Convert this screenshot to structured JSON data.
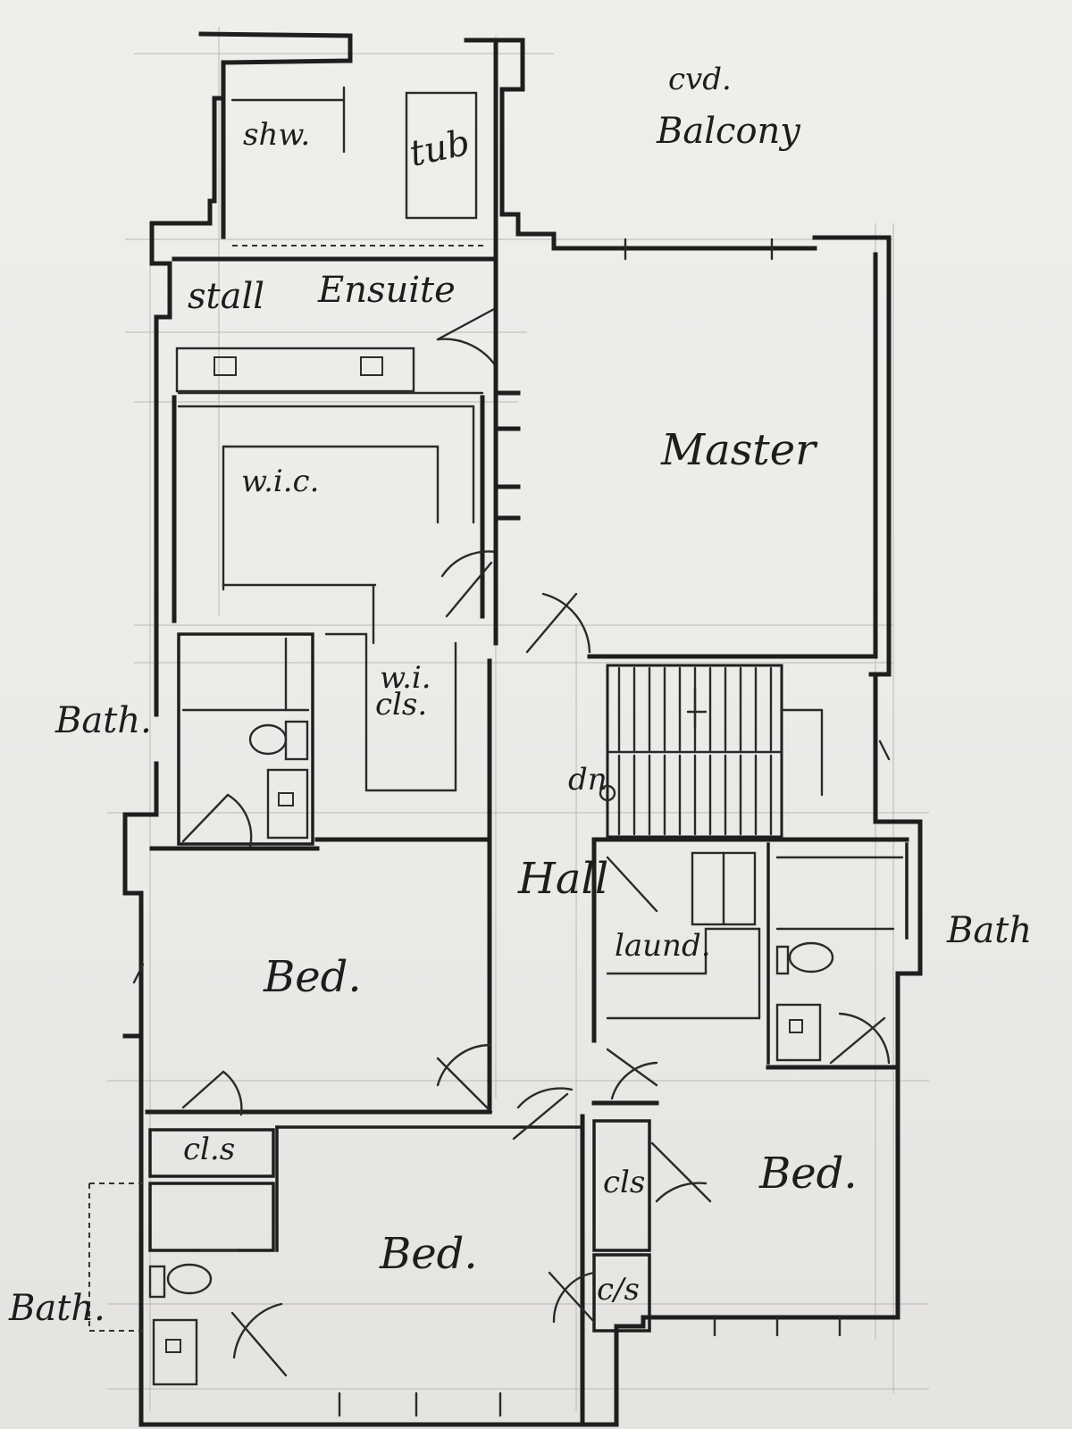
{
  "labels": {
    "cvd_balcony": "cvd.",
    "balcony": "Balcony",
    "shower": "shw.",
    "tub": "tub",
    "stall": "stall",
    "ensuite": "Ensuite",
    "master": "Master",
    "wic_1": "w.i.c.",
    "wic_2": "w.i.",
    "wic_2b": "cls.",
    "bath_left_upper": "Bath.",
    "hall": "Hall",
    "dn": "dn",
    "laundry": "laund.",
    "bath_right": "Bath",
    "bed_left": "Bed.",
    "bed_bottom": "Bed.",
    "bed_right": "Bed.",
    "cls_1": "cl.s",
    "cls_2": "cls",
    "cls_3": "c/s",
    "bath_left_lower": "Bath."
  },
  "colors": {
    "paper": "#ecebe8",
    "ink": "#1e1e1e",
    "guide": "#b9b8b4"
  }
}
